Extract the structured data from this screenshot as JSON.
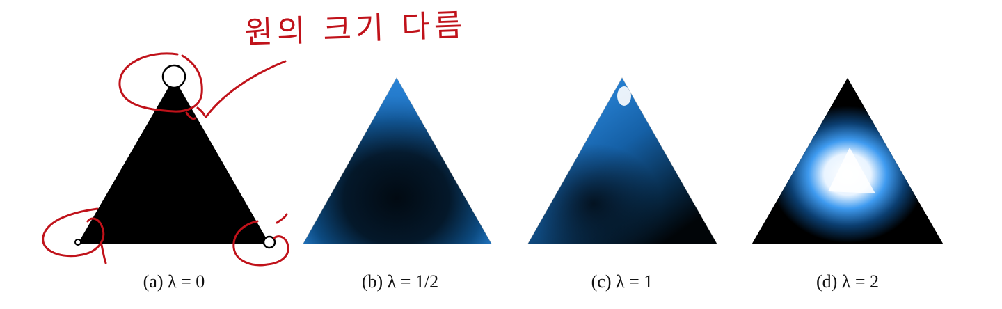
{
  "annotation": {
    "handwritten_text": "원의 크기 다름",
    "ink_color": "#c0121a"
  },
  "panels": [
    {
      "id": "a",
      "caption": "(a) λ = 0",
      "lambda": "0"
    },
    {
      "id": "b",
      "caption": "(b) λ = 1/2",
      "lambda": "1/2"
    },
    {
      "id": "c",
      "caption": "(c) λ = 1",
      "lambda": "1"
    },
    {
      "id": "d",
      "caption": "(d) λ = 2",
      "lambda": "2"
    }
  ],
  "colors": {
    "dark": "#000000",
    "deep_blue": "#03121f",
    "mid_blue": "#0d4f86",
    "bright_blue": "#2b8be0",
    "glow": "#ffffff",
    "annotation_red": "#c0121a"
  }
}
